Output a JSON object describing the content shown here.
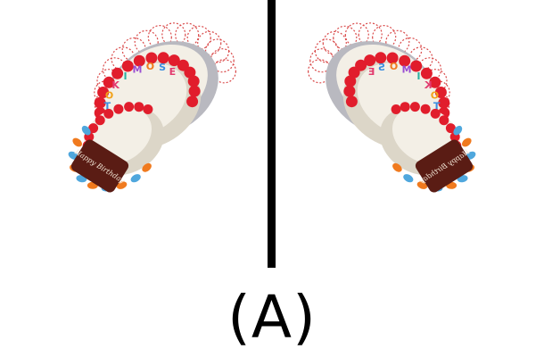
{
  "figure": {
    "caption": "(A)",
    "views": [
      {
        "name": "original-view",
        "topper_text": "Happy Birthday",
        "letters": "TOKIMOSE"
      },
      {
        "name": "mirrored-view",
        "topper_text": "Happy Birthday",
        "letters": "TOKIMOSE"
      }
    ]
  },
  "colors": {
    "frosting": "#f3efe6",
    "frosting_shade": "#dcd6c8",
    "tier_side": "#b9b9c0",
    "strawberry": "#e11d2c",
    "lace": "#d94a4a",
    "plaque": "#5a1c14",
    "accent_orange": "#f07a1e",
    "accent_blue": "#4fa7dd",
    "divider": "#000000"
  }
}
